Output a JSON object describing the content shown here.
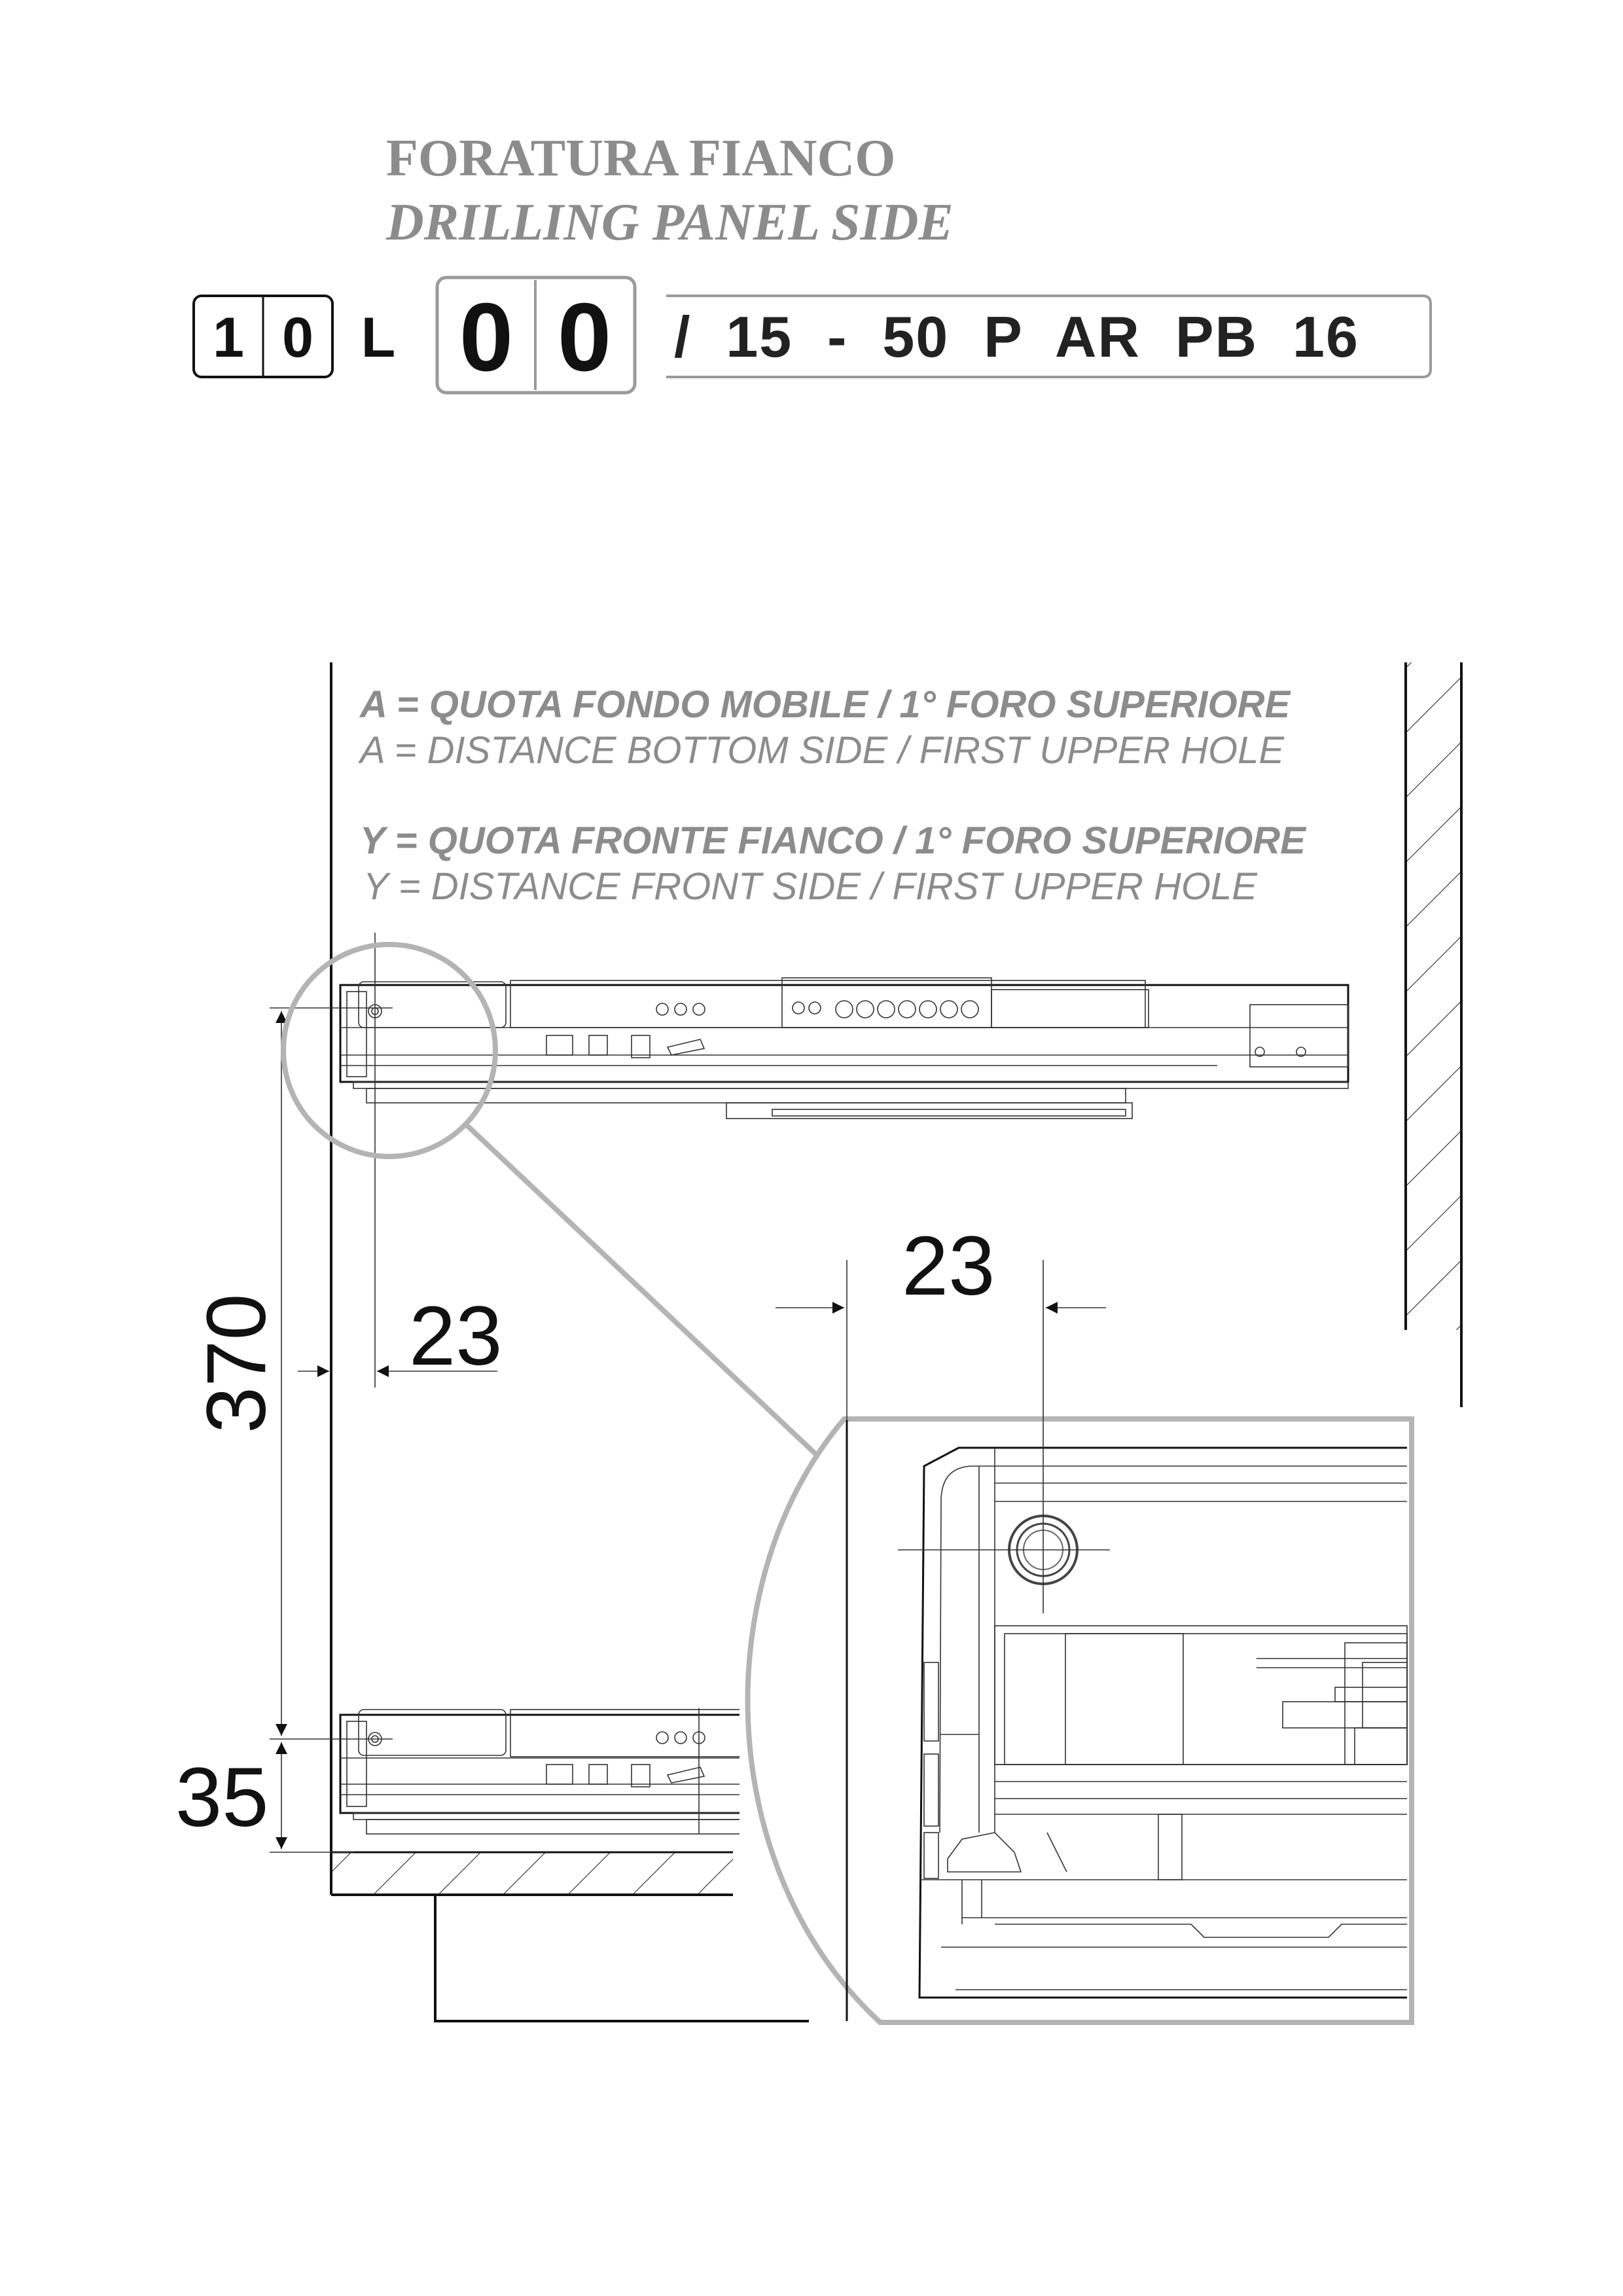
{
  "title": {
    "italian": "FORATURA FIANCO",
    "english": "DRILLING PANEL SIDE"
  },
  "code": {
    "box1": [
      "1",
      "0"
    ],
    "letter": "L",
    "box2": [
      "0",
      "0"
    ],
    "suffix": "/  15  -  50  P  AR  PB  16"
  },
  "definitions": {
    "a_it": "A = QUOTA FONDO MOBILE / 1° FORO SUPERIORE",
    "a_en": "A = DISTANCE BOTTOM SIDE / FIRST UPPER HOLE",
    "y_it": "Y = QUOTA FRONTE FIANCO / 1° FORO SUPERIORE",
    "y_en": "Y = DISTANCE FRONT SIDE / FIRST UPPER HOLE"
  },
  "dimensions": {
    "height_370": "370",
    "height_35": "35",
    "front_23": "23",
    "detail_23": "23"
  },
  "colors": {
    "title": "#8c8c8c",
    "detail_outline": "#b4b4b4",
    "line": "#111111"
  }
}
